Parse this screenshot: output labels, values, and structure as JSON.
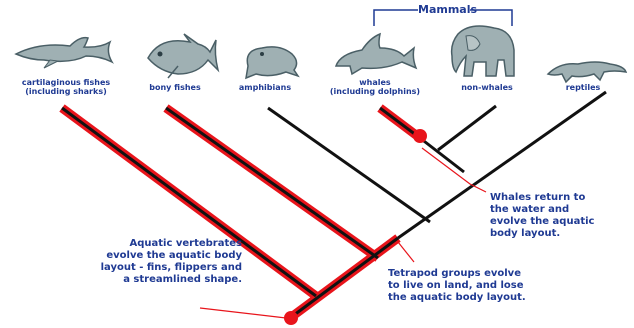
{
  "taxa": [
    {
      "id": "sharks",
      "label": "cartilaginous fishes\n(including sharks)",
      "icon": "shark-icon"
    },
    {
      "id": "bony",
      "label": "bony fishes",
      "icon": "fish-icon"
    },
    {
      "id": "amphibians",
      "label": "amphibians",
      "icon": "frog-icon"
    },
    {
      "id": "whales",
      "label": "whales\n(including dolphins)",
      "icon": "dolphin-icon"
    },
    {
      "id": "nonwhales",
      "label": "non-whales",
      "icon": "elephant-icon"
    },
    {
      "id": "reptiles",
      "label": "reptiles",
      "icon": "lizard-icon"
    }
  ],
  "group_label": "Mammals",
  "annotations": {
    "aquatic": "Aquatic vertebrates\nevolve the aquatic body\nlayout - fins, flippers and\na streamlined shape.",
    "tetrapod": "Tetrapod groups evolve\nto live on land, and lose\nthe aquatic body layout.",
    "whales_return": "Whales return to\nthe water and\nevolve the aquatic\nbody layout."
  },
  "colors": {
    "text": "#1f3a93",
    "aquatic_highlight": "#e8141b",
    "branch": "#111111",
    "animal_fill": "#9fb0b3",
    "animal_stroke": "#4a5f66"
  }
}
